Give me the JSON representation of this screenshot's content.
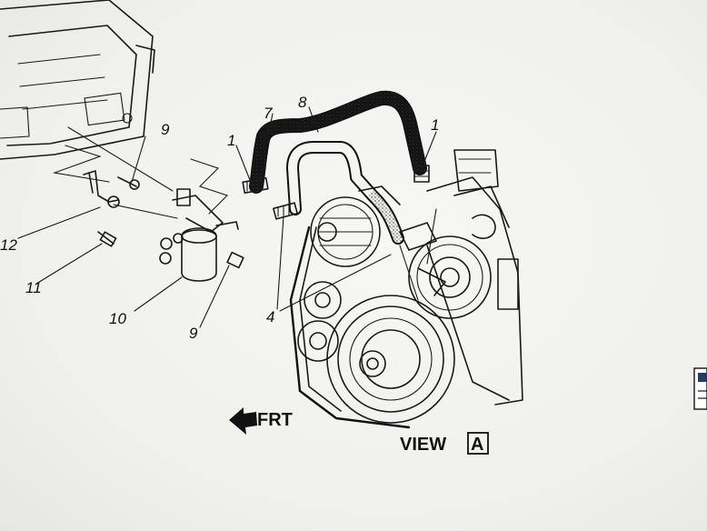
{
  "callouts": {
    "c1a": "1",
    "c1b": "1",
    "c4": "4",
    "c7": "7",
    "c8": "8",
    "c9a": "9",
    "c9b": "9",
    "c10": "10",
    "c11": "11",
    "c12": "12"
  },
  "front_label": "FRT",
  "view_label": "VIEW",
  "view_letter": "A"
}
